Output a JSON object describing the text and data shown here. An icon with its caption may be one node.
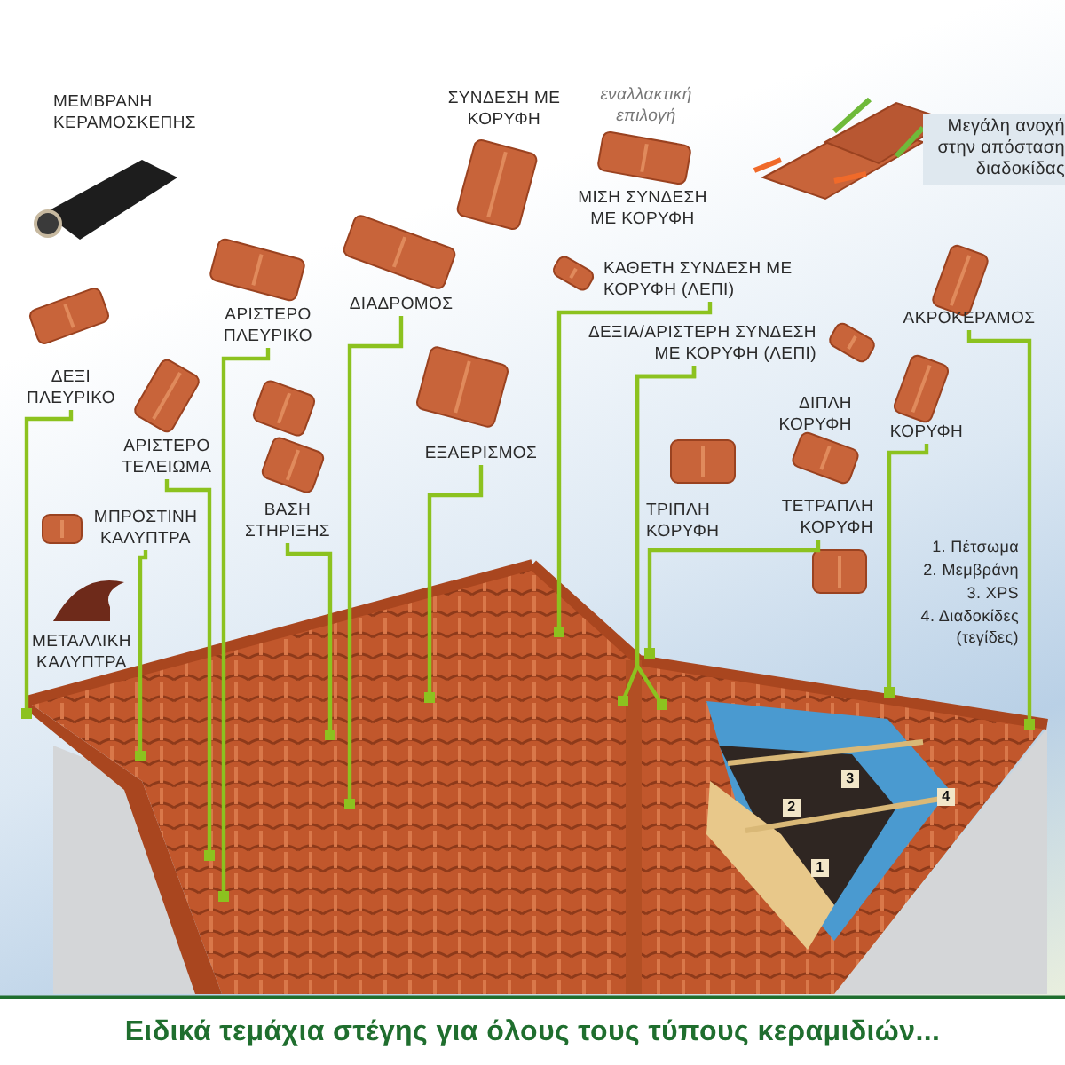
{
  "diagram": {
    "caption": "Ειδικά τεμάχια στέγης για όλους τους τύπους κεραμιδιών...",
    "nodes": [
      {
        "text": [
          "ΔΕΞΙ ΠΛΕΥΡΙΚΟ"
        ]
      },
      {
        "text": [
          "ΑΡΙΣΤΕΡΟ ΤΕΛΕΙΩΜΑ"
        ]
      },
      {
        "text": [
          "ΜΠΡΟΣΤΙΝΗ ΚΑΛΥΠΤΡΑ"
        ]
      },
      {
        "text": [
          "ΑΡΙΣΤΕΡΟ ΠΛΕΥΡΙΚΟ"
        ]
      },
      {
        "text": [
          "ΒΑΣΗ ΣΤΗΡΙΞΗΣ"
        ]
      },
      {
        "text": [
          "ΔΙΑΔΡΟΜΟΣ"
        ]
      },
      {
        "text": [
          "ΕΞΑΕΡΙΣΜΟΣ"
        ]
      },
      {
        "text": [
          "ΚΑΘΕΤΗ ΣΥΝΔΕΣΗ ΜΕ ΚΟΡΥΦΗ (ΛΕΠΙ)"
        ]
      },
      {
        "text": [
          "ΔΕΞΙΑ/ΑΡΙΣΤΕΡΗ ΣΥΝΔΕΣΗ ΜΕ ΚΟΡΥΦΗ (ΛΕΠΙ)"
        ]
      },
      {
        "text": [
          "ΤΕΤΡΑΠΛΗ ΚΟΡΥΦΗ"
        ]
      },
      {
        "text": [
          "ΚΟΡΥΦΗ"
        ]
      },
      {
        "text": [
          "ΑΚΡΟΚΕΡΑΜΟΣ"
        ]
      }
    ],
    "edges": [
      {
        "from": 0,
        "to": null,
        "arrow": "other"
      },
      {
        "from": 1,
        "to": null,
        "arrow": "other"
      },
      {
        "from": 2,
        "to": null,
        "arrow": "other"
      },
      {
        "from": 3,
        "to": null,
        "arrow": "other"
      },
      {
        "from": 4,
        "to": null,
        "arrow": "other"
      },
      {
        "from": 5,
        "to": null,
        "arrow": "other"
      },
      {
        "from": 6,
        "to": null,
        "arrow": "other"
      },
      {
        "from": 7,
        "to": null,
        "arrow": "other"
      },
      {
        "from": 8,
        "to": null,
        "arrow": "other"
      },
      {
        "from": 8,
        "to": null,
        "arrow": "other"
      },
      {
        "from": 9,
        "to": null,
        "arrow": "other"
      },
      {
        "from": 10,
        "to": null,
        "arrow": "other"
      },
      {
        "from": 11,
        "to": null,
        "arrow": "other"
      }
    ],
    "labels": [
      "ΜΕΜΒΡΑΝΗ ΚΕΡΑΜΟΣΚΕΠΗΣ",
      "ΣΥΝΔΕΣΗ ΜΕ ΚΟΡΥΦΗ",
      "εναλλακτική επιλογή",
      "ΜΙΣΗ ΣΥΝΔΕΣΗ ΜΕ ΚΟΡΥΦΗ",
      "Μεγάλη ανοχή στην απόσταση διαδοκίδας",
      "ΔΙΠΛΗ ΚΟΡΥΦΗ",
      "ΤΡΙΠΛΗ ΚΟΡΥΦΗ",
      "ΜΕΤΑΛΛΙΚΗ ΚΑΛΥΠΤΡΑ",
      "1. Πέτσωμα",
      "2. Μεμβράνη",
      "3. XPS",
      "4. Διαδοκίδες (τεγίδες)",
      "3",
      "2",
      "4",
      "1"
    ]
  }
}
